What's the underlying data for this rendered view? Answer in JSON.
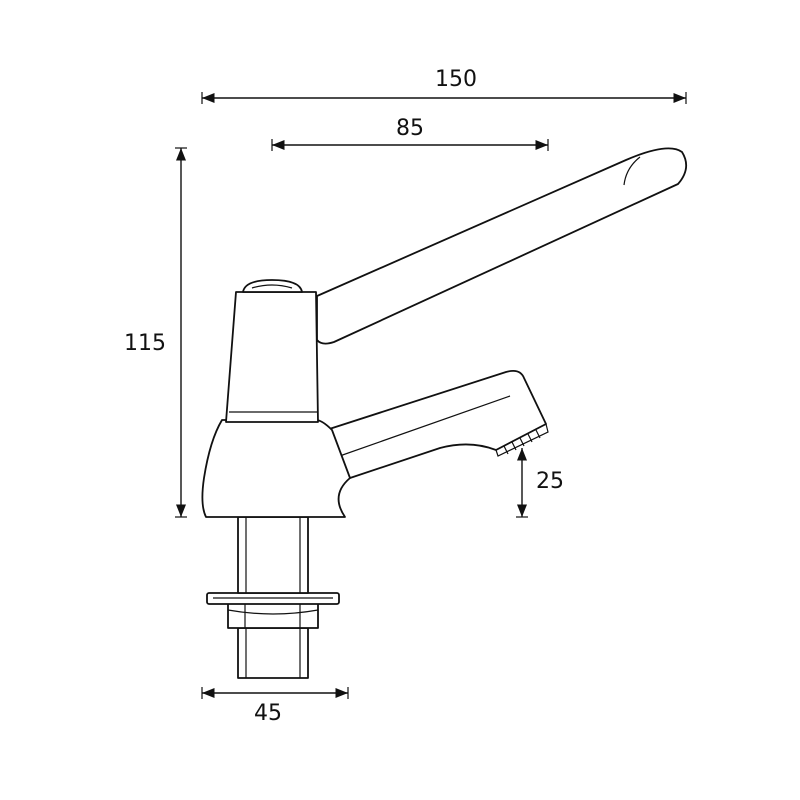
{
  "dimensions": {
    "total_width": "150",
    "lever_reach": "85",
    "height": "115",
    "spout_clearance": "25",
    "base_width": "45"
  }
}
